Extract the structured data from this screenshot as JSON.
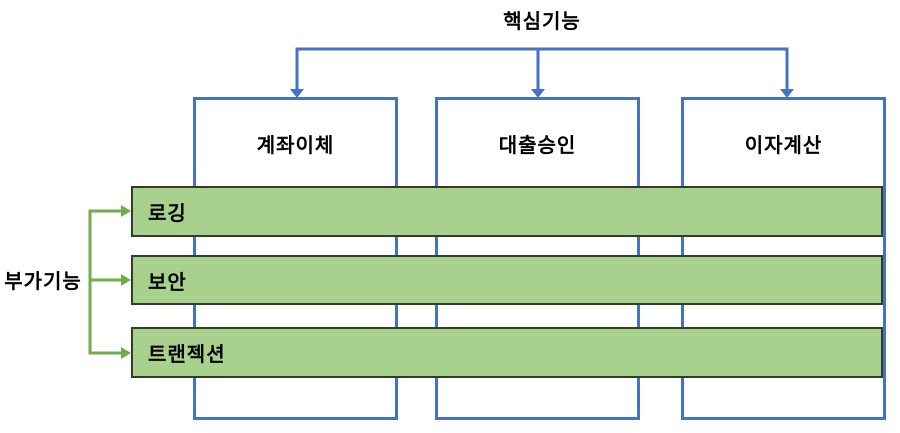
{
  "diagram": {
    "title": "핵심기능",
    "side_label": "부가기능",
    "core_modules": [
      {
        "label": "계좌이체"
      },
      {
        "label": "대출승인"
      },
      {
        "label": "이자계산"
      }
    ],
    "aspects": [
      {
        "label": "로깅"
      },
      {
        "label": "보안"
      },
      {
        "label": "트랜젝션"
      }
    ],
    "colors": {
      "core_line": "#4472C4",
      "core_box_fill": "#FFFFFF",
      "aspect_fill": "#A9D18E",
      "aspect_border": "#333B29",
      "aspect_arrow": "#70AD47",
      "text": "#000000",
      "background": "#FFFFFF"
    }
  }
}
